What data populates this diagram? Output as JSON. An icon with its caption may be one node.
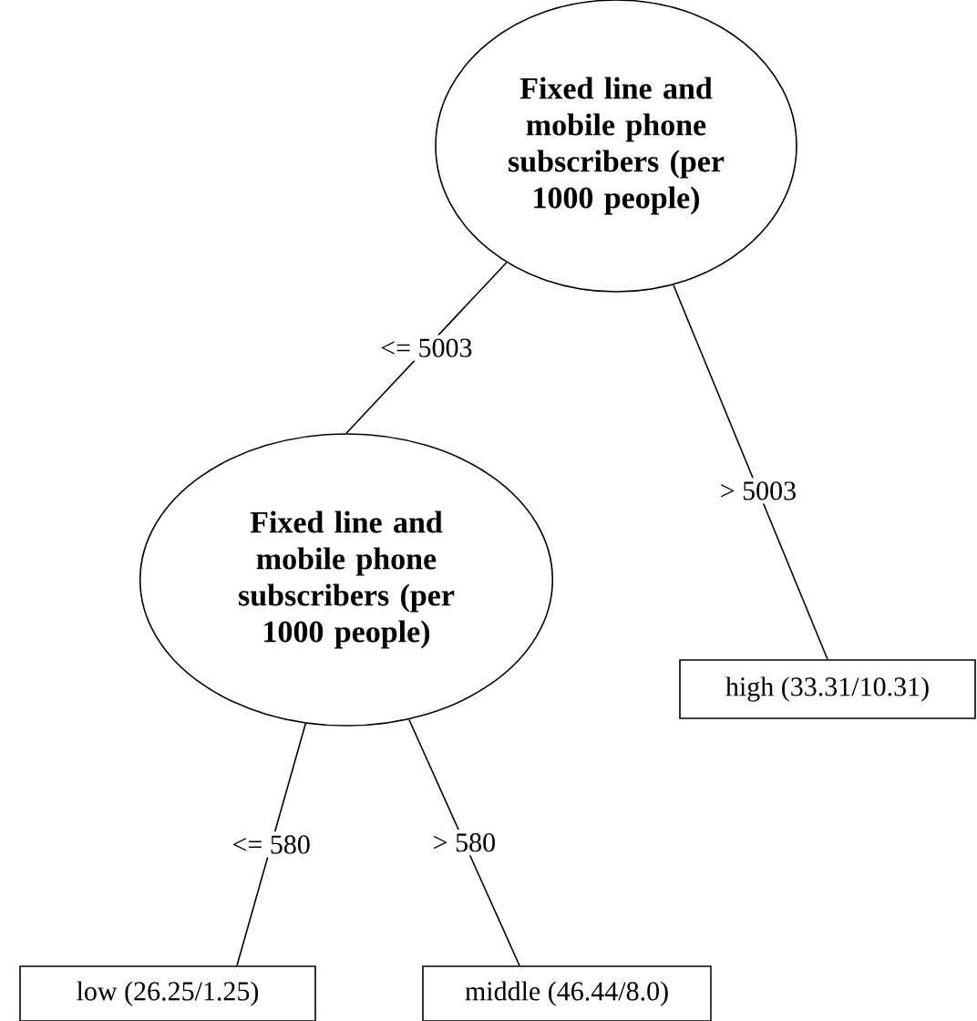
{
  "diagram": {
    "nodes": [
      {
        "text": [
          "Fixed line and mobile phone subscribers (per 1000 people)"
        ]
      },
      {
        "text": [
          "Fixed line and mobile phone subscribers (per 1000 people)"
        ]
      },
      {
        "text": [
          "high (33.31/10.31)"
        ]
      },
      {
        "text": [
          "low (26.25/1.25)"
        ]
      },
      {
        "text": [
          "middle (46.44/8.0)"
        ]
      }
    ],
    "edges": [
      {
        "from": 0,
        "to": 1,
        "arrow": "none",
        "label": "<= 5003"
      },
      {
        "from": 0,
        "to": 2,
        "arrow": "none",
        "label": "> 5003"
      },
      {
        "from": 1,
        "to": 3,
        "arrow": "none",
        "label": "<= 580"
      },
      {
        "from": 1,
        "to": 4,
        "arrow": "none",
        "label": "> 580"
      }
    ]
  }
}
